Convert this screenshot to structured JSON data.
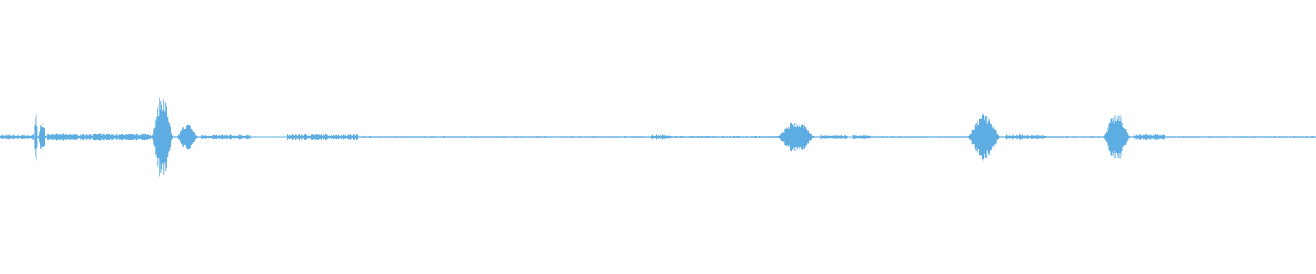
{
  "waveform": {
    "color": "#5DADE2",
    "background": "#FFFFFF",
    "duration_fraction_segments": [
      {
        "start": 0.0,
        "end": 0.026,
        "peak": 0.02
      },
      {
        "start": 0.026,
        "end": 0.029,
        "peak": 0.28
      },
      {
        "start": 0.029,
        "end": 0.036,
        "peak": 0.12
      },
      {
        "start": 0.036,
        "end": 0.115,
        "peak": 0.03
      },
      {
        "start": 0.115,
        "end": 0.134,
        "peak": 0.32
      },
      {
        "start": 0.134,
        "end": 0.153,
        "peak": 0.1
      },
      {
        "start": 0.153,
        "end": 0.19,
        "peak": 0.02
      },
      {
        "start": 0.218,
        "end": 0.272,
        "peak": 0.025
      },
      {
        "start": 0.272,
        "end": 0.495,
        "peak": 0.005
      },
      {
        "start": 0.495,
        "end": 0.51,
        "peak": 0.02
      },
      {
        "start": 0.51,
        "end": 0.59,
        "peak": 0.006
      },
      {
        "start": 0.59,
        "end": 0.624,
        "peak": 0.12
      },
      {
        "start": 0.624,
        "end": 0.644,
        "peak": 0.02
      },
      {
        "start": 0.648,
        "end": 0.662,
        "peak": 0.02
      },
      {
        "start": 0.662,
        "end": 0.735,
        "peak": 0.005
      },
      {
        "start": 0.735,
        "end": 0.764,
        "peak": 0.18
      },
      {
        "start": 0.764,
        "end": 0.795,
        "peak": 0.02
      },
      {
        "start": 0.795,
        "end": 0.838,
        "peak": 0.005
      },
      {
        "start": 0.838,
        "end": 0.862,
        "peak": 0.18
      },
      {
        "start": 0.862,
        "end": 0.885,
        "peak": 0.025
      },
      {
        "start": 0.885,
        "end": 1.0,
        "peak": 0.005
      }
    ]
  }
}
